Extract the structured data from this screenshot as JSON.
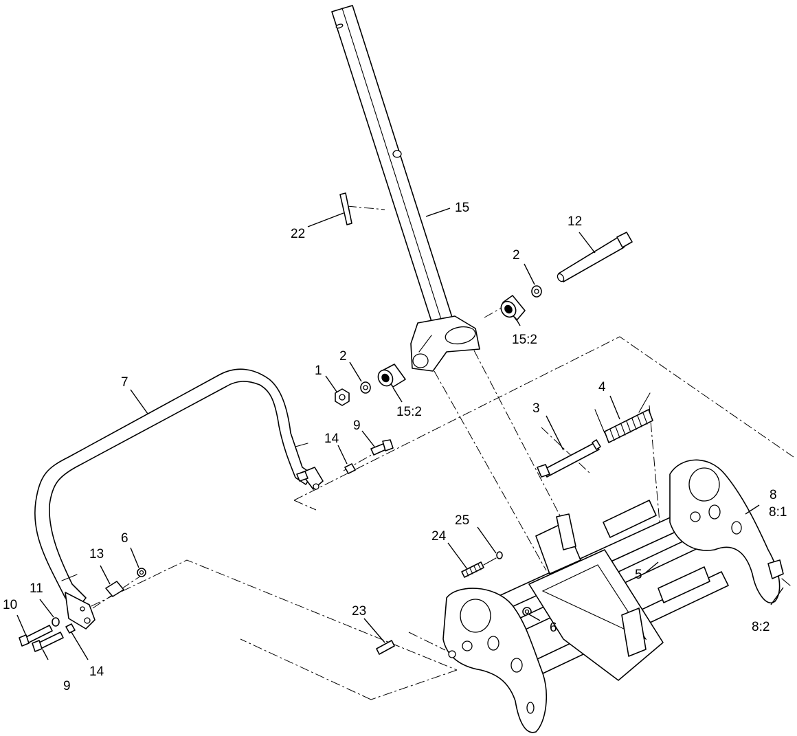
{
  "callouts": {
    "c1": "1",
    "c2a": "2",
    "c2b": "2",
    "c3": "3",
    "c4": "4",
    "c5": "5",
    "c6a": "6",
    "c6b": "6",
    "c7": "7",
    "c8": "8",
    "c8_1": "8:1",
    "c8_2": "8:2",
    "c9a": "9",
    "c9b": "9",
    "c10": "10",
    "c11": "11",
    "c12": "12",
    "c13": "13",
    "c14a": "14",
    "c14b": "14",
    "c15": "15",
    "c15_2a": "15:2",
    "c15_2b": "15:2",
    "c22": "22",
    "c23": "23",
    "c24": "24",
    "c25": "25"
  }
}
